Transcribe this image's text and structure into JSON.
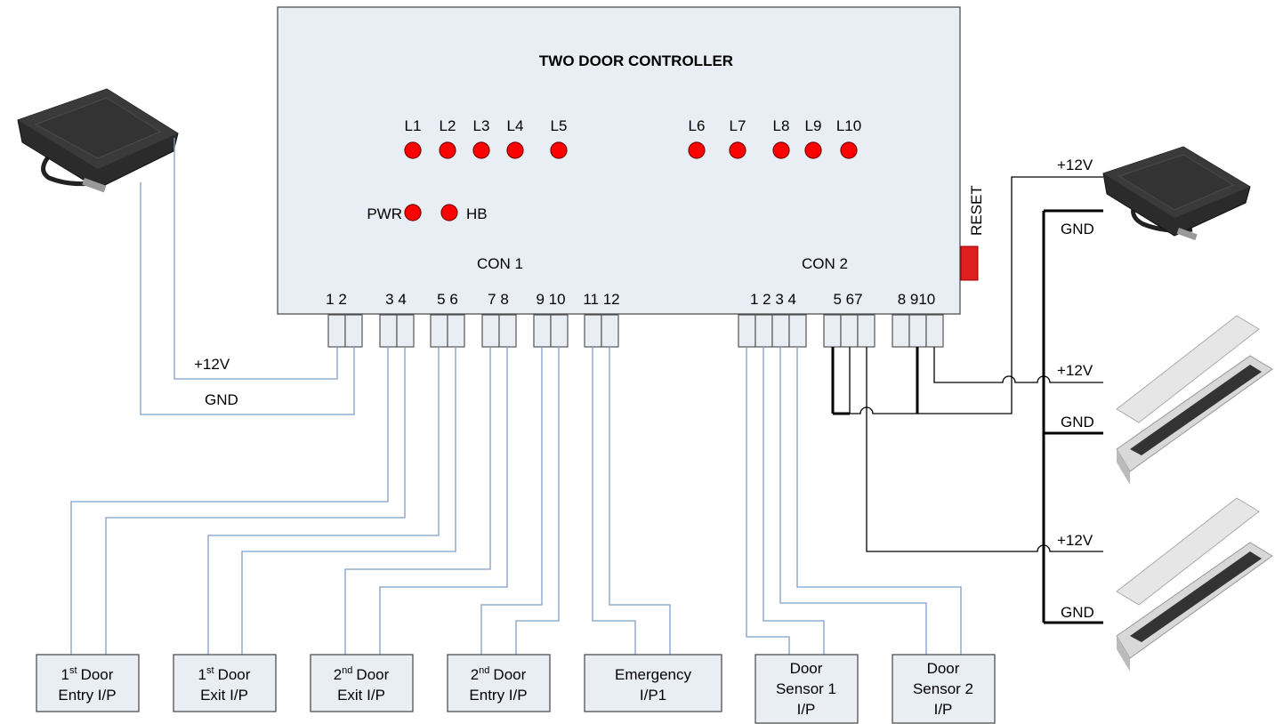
{
  "controller": {
    "title": "TWO DOOR CONTROLLER",
    "leds_left": [
      "L1",
      "L2",
      "L3",
      "L4",
      "L5"
    ],
    "leds_right": [
      "L6",
      "L7",
      "L8",
      "L9",
      "L10"
    ],
    "pwr_label": "PWR",
    "hb_label": "HB",
    "con1_label": "CON 1",
    "con2_label": "CON 2",
    "con1_pins": [
      "1 2",
      "3 4",
      "5 6",
      "7 8",
      "9 10",
      "11 12"
    ],
    "con2_pins": [
      "1 2 3 4",
      "5 67",
      "8 910"
    ],
    "reset_label": "RESET",
    "led_color": "#ff0000",
    "reset_color": "#e02020",
    "box_color": "#e9edf4"
  },
  "power_left": {
    "plus_label": "+12V",
    "gnd_label": "GND"
  },
  "power_right": {
    "plus_label": "+12V",
    "gnd_label": "GND"
  },
  "locks": [
    {
      "plus_label": "+12V",
      "gnd_label": "GND"
    },
    {
      "plus_label": "+12V",
      "gnd_label": "GND"
    }
  ],
  "inputs": [
    {
      "num": "1",
      "sup": "st",
      "line1": "Door",
      "line2": "Entry I/P"
    },
    {
      "num": "1",
      "sup": "st",
      "line1": "Door",
      "line2": "Exit I/P"
    },
    {
      "num": "2",
      "sup": "nd",
      "line1": "Door",
      "line2": "Exit I/P"
    },
    {
      "num": "2",
      "sup": "nd",
      "line1": "Door",
      "line2": "Entry I/P"
    },
    {
      "num": "",
      "sup": "",
      "line1": "Emergency",
      "line2": "I/P1"
    },
    {
      "line1": "Door",
      "line2": "Sensor 1",
      "line3": "I/P"
    },
    {
      "line1": "Door",
      "line2": "Sensor 2",
      "line3": "I/P"
    }
  ]
}
